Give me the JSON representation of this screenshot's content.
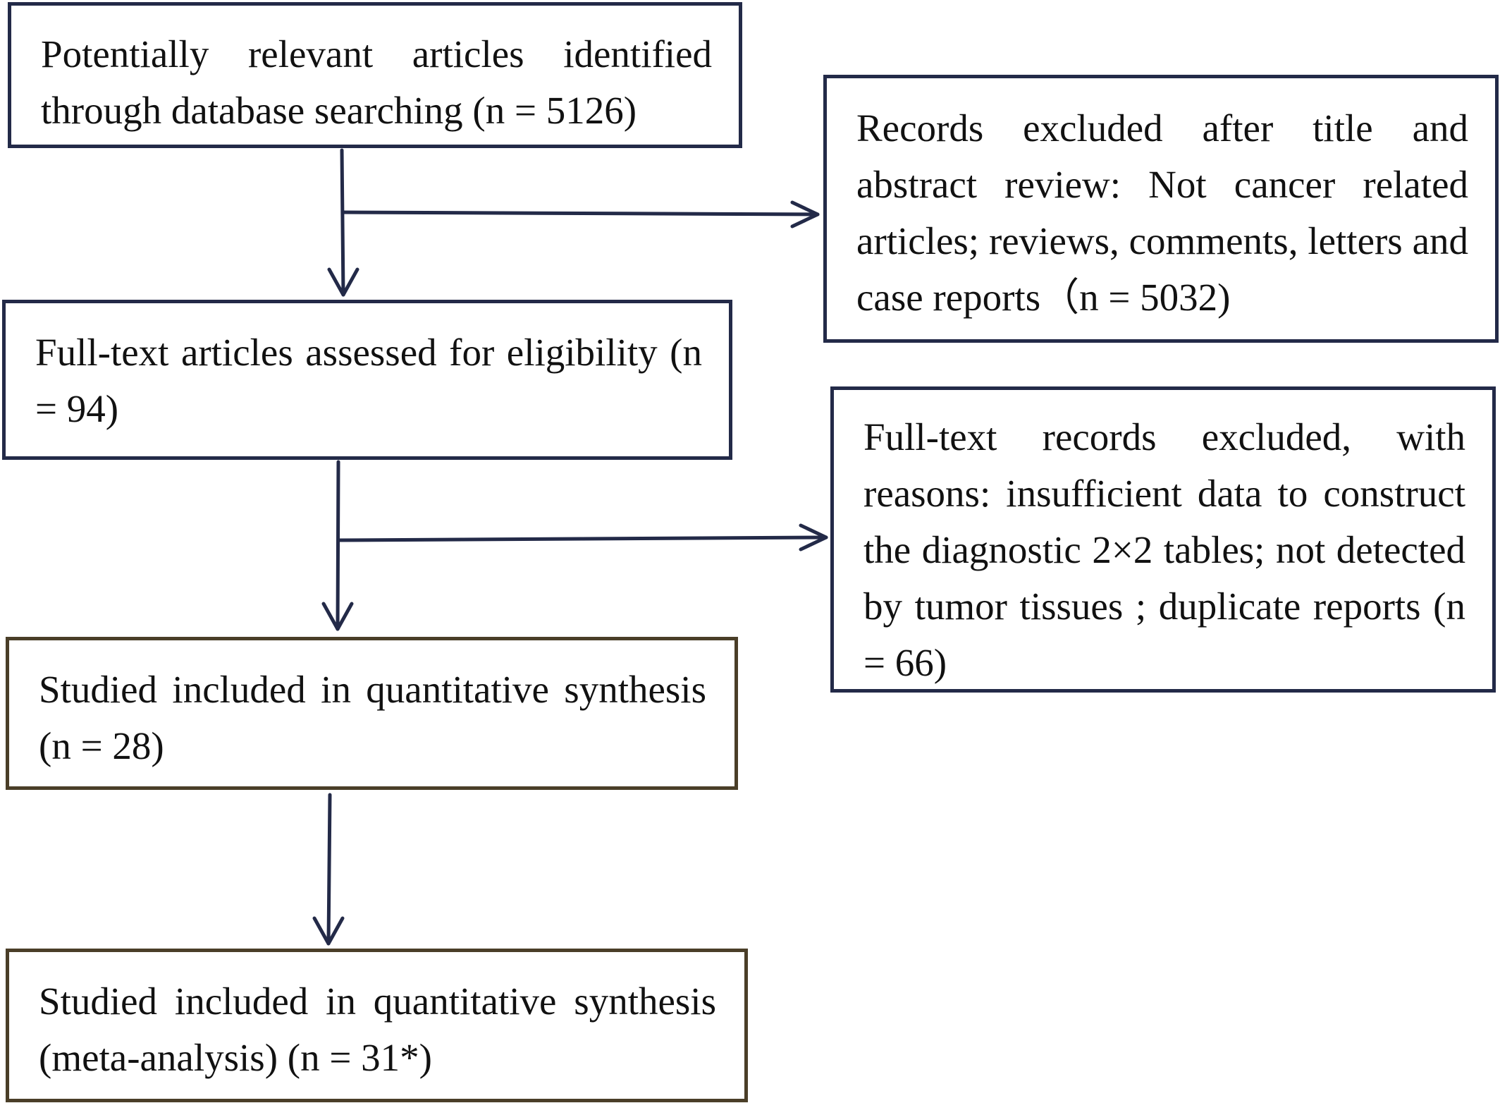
{
  "flowchart": {
    "boxes": {
      "identified": "Potentially relevant articles identified through database searching (n = 5126)",
      "excluded_title_abstract": "Records excluded after title and abstract review: Not cancer related articles; reviews, comments, letters and case reports（n = 5032)",
      "fulltext_assessed": "Full-text articles assessed for eligibility (n = 94)",
      "excluded_fulltext": "Full-text records excluded, with reasons: insufficient data to construct the diagnostic 2×2 tables; not detected by tumor tissues ; duplicate reports (n = 66)",
      "studied_quantitative": "Studied included in quantitative synthesis (n = 28)",
      "studied_meta_analysis": "Studied included in quantitative synthesis (meta-analysis) (n = 31*)"
    },
    "colors": {
      "box_border_blue": "#232a48",
      "box_border_brown": "#4a3e28",
      "arrow": "#232a48",
      "text": "#111111"
    }
  }
}
